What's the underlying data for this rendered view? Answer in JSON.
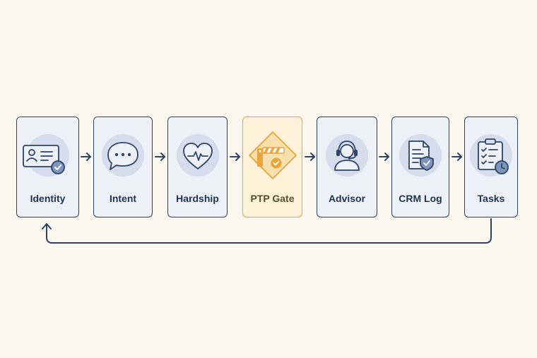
{
  "steps": [
    {
      "label": "Identity",
      "icon": "id-card-check-icon"
    },
    {
      "label": "Intent",
      "icon": "chat-bubble-icon"
    },
    {
      "label": "Hardship",
      "icon": "heart-pulse-icon"
    },
    {
      "label": "PTP Gate",
      "icon": "barrier-gate-icon"
    },
    {
      "label": "Advisor",
      "icon": "headset-agent-icon"
    },
    {
      "label": "CRM Log",
      "icon": "document-shield-icon"
    },
    {
      "label": "Tasks",
      "icon": "clipboard-checklist-icon"
    }
  ],
  "colors": {
    "background": "#fcf8ef",
    "card": "#eef1f7",
    "border": "#2c4466",
    "accent": "#e9a43a",
    "accent_fill": "#fdf1da"
  }
}
